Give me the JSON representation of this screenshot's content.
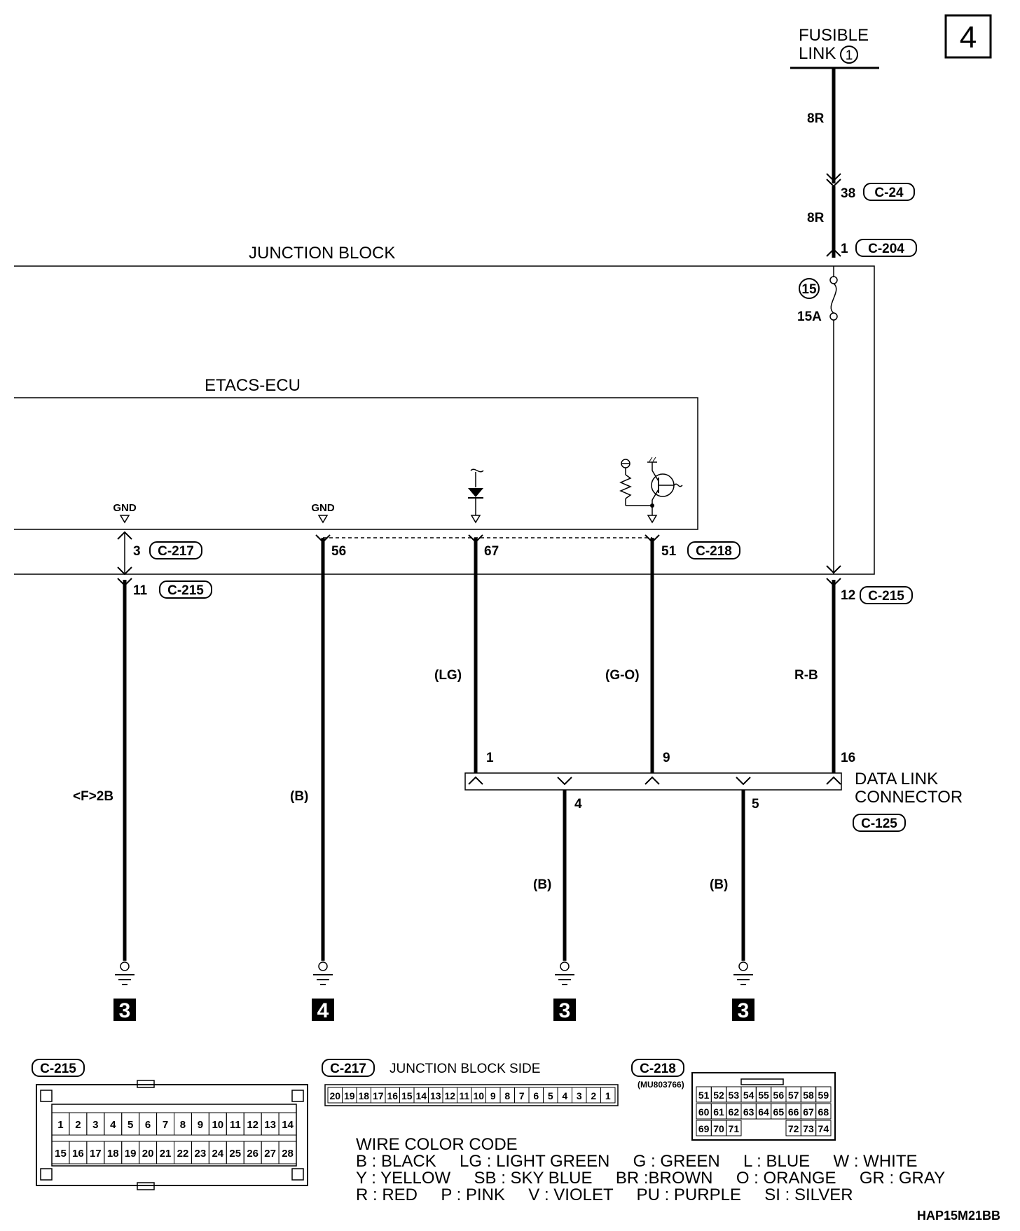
{
  "page_number": "4",
  "fusible_link": {
    "line1": "FUSIBLE",
    "line2": "LINK",
    "number": "1"
  },
  "blocks": {
    "junction_block": "JUNCTION BLOCK",
    "etacs_ecu": "ETACS-ECU"
  },
  "fuse": {
    "number": "15",
    "rating": "15A"
  },
  "wire_labels": {
    "top_upper": "8R",
    "top_lower": "8R",
    "gnd_left": "<F>2B",
    "gnd_mid": "(B)",
    "pin67": "(LG)",
    "pin51": "(G-O)",
    "pin12": "R-B",
    "dlc4": "(B)",
    "dlc5": "(B)"
  },
  "pins": {
    "p38": "38",
    "p1": "1",
    "p3": "3",
    "p11": "11",
    "p56": "56",
    "p67": "67",
    "p51": "51",
    "p12": "12",
    "dlc1": "1",
    "dlc9": "9",
    "dlc16": "16",
    "dlc4": "4",
    "dlc5": "5"
  },
  "connectors": {
    "c24": "C-24",
    "c204": "C-204",
    "c217": "C-217",
    "c215": "C-215",
    "c215b": "C-215",
    "c218": "C-218",
    "c125": "C-125"
  },
  "gnd_labels": {
    "left": "GND",
    "mid": "GND"
  },
  "dlc": {
    "line1": "DATA LINK",
    "line2": "CONNECTOR"
  },
  "ground_points": [
    "3",
    "4",
    "3",
    "3"
  ],
  "legend": {
    "c215": {
      "label": "C-215",
      "row1": [
        "1",
        "2",
        "3",
        "4",
        "5",
        "6",
        "7",
        "8",
        "9",
        "10",
        "11",
        "12",
        "13",
        "14"
      ],
      "row2": [
        "15",
        "16",
        "17",
        "18",
        "19",
        "20",
        "21",
        "22",
        "23",
        "24",
        "25",
        "26",
        "27",
        "28"
      ]
    },
    "c217": {
      "label": "C-217",
      "side": "JUNCTION BLOCK SIDE",
      "cells": [
        "20",
        "19",
        "18",
        "17",
        "16",
        "15",
        "14",
        "13",
        "12",
        "11",
        "10",
        "9",
        "8",
        "7",
        "6",
        "5",
        "4",
        "3",
        "2",
        "1"
      ]
    },
    "c218": {
      "label": "C-218",
      "part": "(MU803766)",
      "row1": [
        "51",
        "52",
        "53",
        "54",
        "55",
        "56",
        "57",
        "58",
        "59"
      ],
      "row2": [
        "60",
        "61",
        "62",
        "63",
        "64",
        "65",
        "66",
        "67",
        "68"
      ],
      "row3": [
        "69",
        "70",
        "71",
        "",
        "",
        "",
        "72",
        "73",
        "74"
      ]
    }
  },
  "wire_color_code": {
    "title": "WIRE COLOR CODE",
    "line1": "B : BLACK     LG : LIGHT GREEN     G : GREEN     L : BLUE     W : WHITE",
    "line2": "Y : YELLOW     SB : SKY BLUE     BR :BROWN     O : ORANGE     GR : GRAY",
    "line3": "R : RED     P : PINK     V : VIOLET     PU : PURPLE     SI : SILVER"
  },
  "drawing_code": "HAP15M21BB"
}
